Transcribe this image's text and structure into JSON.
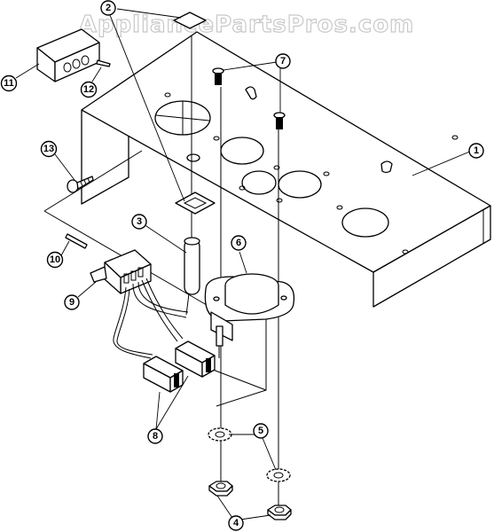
{
  "watermark": "AppliancePartsPros.com",
  "callouts": [
    {
      "id": "callout-1",
      "label": "1"
    },
    {
      "id": "callout-2",
      "label": "2"
    },
    {
      "id": "callout-3",
      "label": "3"
    },
    {
      "id": "callout-4",
      "label": "4"
    },
    {
      "id": "callout-5",
      "label": "5"
    },
    {
      "id": "callout-6",
      "label": "6"
    },
    {
      "id": "callout-7",
      "label": "7"
    },
    {
      "id": "callout-8",
      "label": "8"
    },
    {
      "id": "callout-9",
      "label": "9"
    },
    {
      "id": "callout-10",
      "label": "10"
    },
    {
      "id": "callout-11",
      "label": "11"
    },
    {
      "id": "callout-12",
      "label": "12"
    },
    {
      "id": "callout-13",
      "label": "13"
    }
  ]
}
